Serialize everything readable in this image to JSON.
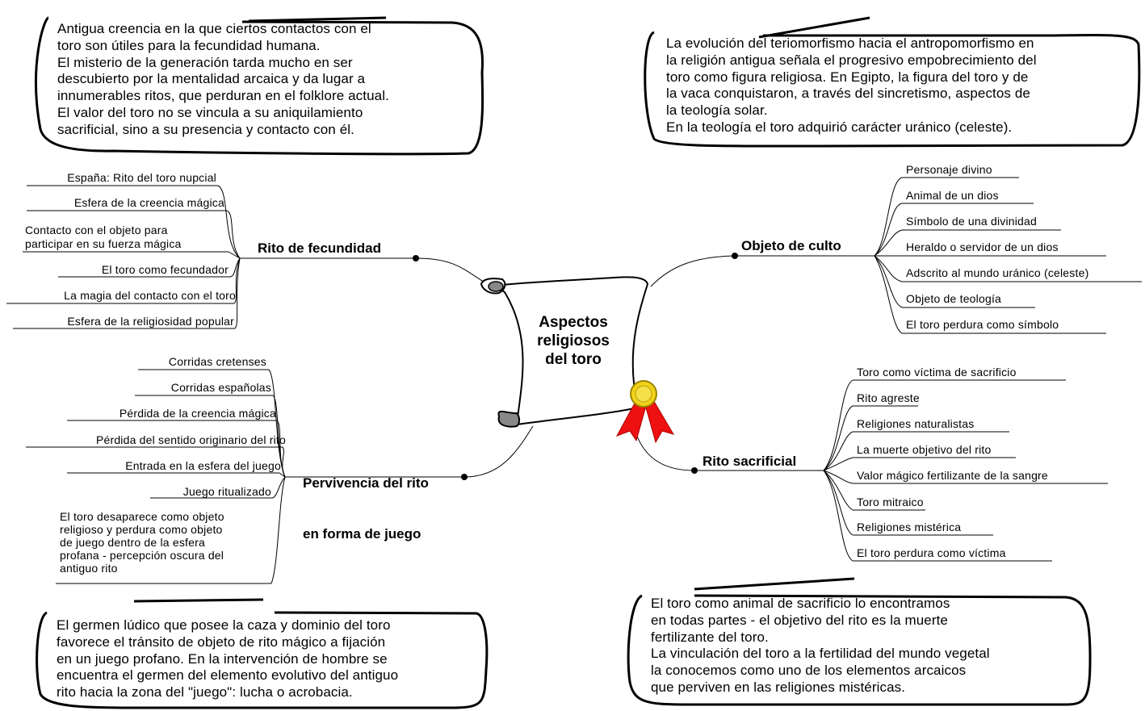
{
  "center": {
    "line1": "Aspectos",
    "line2": "religiosos",
    "line3": "del toro"
  },
  "branches": {
    "fecundidad": {
      "title": "Rito de fecundidad",
      "items": [
        "España: Rito del toro nupcial",
        "Esfera de la creencia mágica",
        "Contacto con el objeto para",
        "participar en su fuerza mágica",
        "El toro como fecundador",
        "La magia del contacto con el toro",
        "Esfera de la religiosidad popular"
      ]
    },
    "culto": {
      "title": "Objeto de culto",
      "items": [
        "Personaje divino",
        "Animal de un dios",
        "Símbolo de una divinidad",
        "Heraldo o servidor de un dios",
        "Adscrito al mundo uránico (celeste)",
        "Objeto de teología",
        "El toro perdura como símbolo"
      ]
    },
    "juego": {
      "title1": "Pervivencia del rito",
      "title2": "en forma de juego",
      "items": [
        "Corridas cretenses",
        "Corridas españolas",
        "Pérdida de la creencia mágica",
        "Pérdida del sentido originario del rito",
        "Entrada en la esfera del juego",
        "Juego ritualizado"
      ],
      "long_item": [
        "El toro desaparece como objeto",
        "religioso y perdura como objeto",
        "de juego dentro de la esfera",
        "profana - percepción oscura del",
        "antiguo rito"
      ]
    },
    "sacrificial": {
      "title": "Rito sacrificial",
      "items": [
        "Toro como víctima de sacrificio",
        "Rito agreste",
        "Religiones naturalistas",
        "La muerte objetivo del rito",
        "Valor mágico fertilizante de la sangre",
        "Toro mitraico",
        "Religiones mistérica",
        "El toro perdura como víctima"
      ]
    }
  },
  "notes": {
    "top_left": [
      "Antigua creencia en la que ciertos contactos con el",
      "toro son útiles para la fecundidad humana.",
      "El misterio de la generación tarda mucho en ser",
      "descubierto por la mentalidad arcaica y da lugar a",
      "innumerables ritos, que perduran en el folklore actual.",
      "El valor del toro no se vincula a su aniquilamiento",
      "sacrificial, sino a su presencia y contacto con él."
    ],
    "top_right": [
      "La evolución del teriomorfismo hacia el antropomorfismo en",
      "la religión antigua señala el progresivo empobrecimiento del",
      "toro como figura religiosa. En Egipto, la figura del toro y de",
      "la vaca conquistaron, a través del sincretismo, aspectos de",
      "la teología solar.",
      "En la teología el toro adquirió carácter uránico (celeste)."
    ],
    "bottom_left": [
      "El germen lúdico que posee la caza y dominio del toro",
      "favorece el tránsito de objeto de rito mágico a fijación",
      "en un juego profano. En la intervención de hombre se",
      "encuentra el germen del elemento evolutivo del antiguo",
      "rito hacia la zona del \"juego\": lucha o acrobacia."
    ],
    "bottom_right": [
      "El toro como animal de sacrificio lo encontramos",
      "en todas partes - el objetivo del rito es la muerte",
      "fertilizante del toro.",
      "La vinculación del toro a la fertilidad del mundo vegetal",
      "la conocemos como uno de los elementos arcaicos",
      "que perviven en las religiones mistéricas."
    ]
  },
  "colors": {
    "ink": "#000000",
    "ribbon": "#ee1111",
    "seal": "#f2d21a",
    "scroll_curl": "#888888"
  }
}
